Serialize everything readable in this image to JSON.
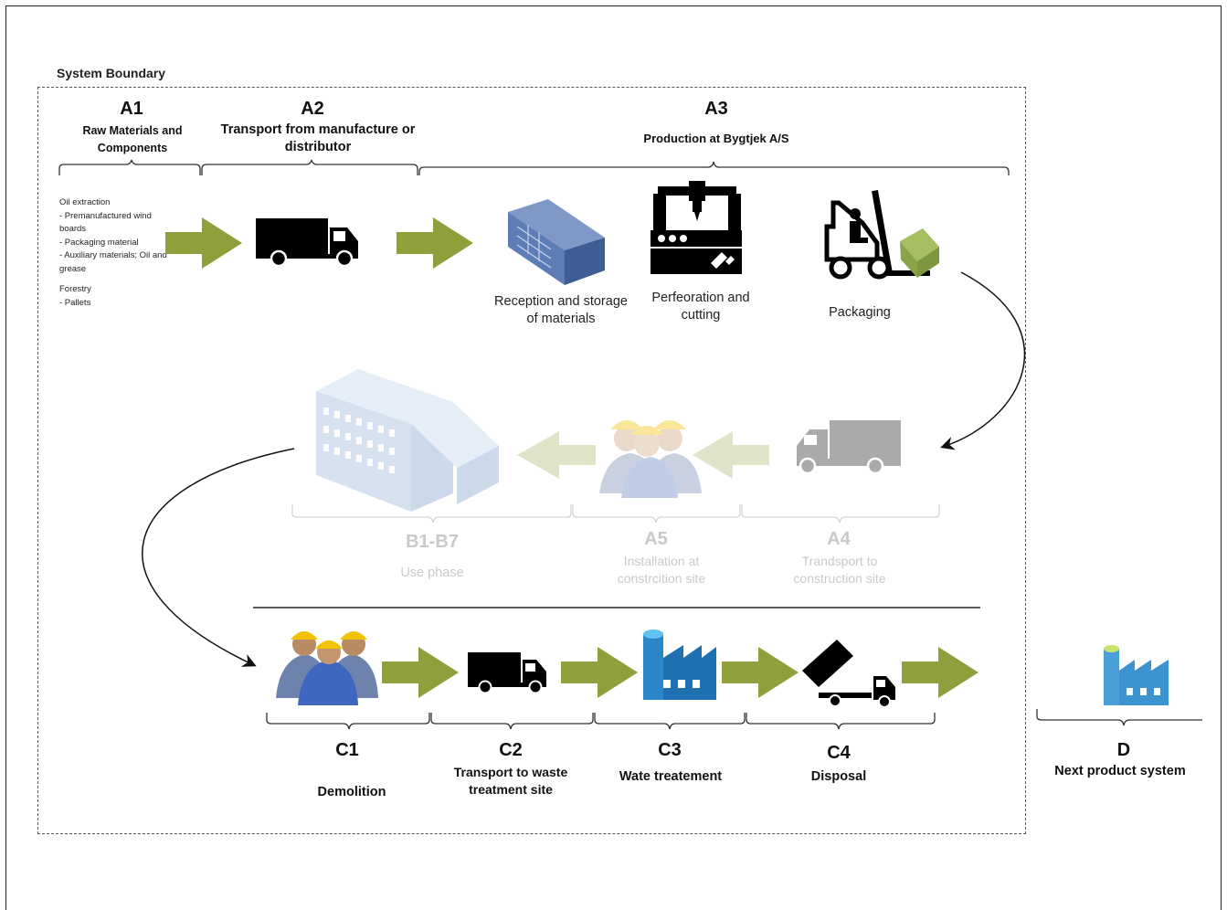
{
  "boundary_label": "System Boundary",
  "stages": {
    "a1": {
      "code": "A1",
      "name": "Raw Materials and Components"
    },
    "a2": {
      "code": "A2",
      "name": "Transport from manufacture or distributor"
    },
    "a3": {
      "code": "A3",
      "name": "Production at Bygtjek A/S"
    },
    "b": {
      "code": "B1-B7",
      "name": "Use phase"
    },
    "a5": {
      "code": "A5",
      "name": "Installation at constrcition site"
    },
    "a4": {
      "code": "A4",
      "name": "Trandsport to construction site"
    },
    "c1": {
      "code": "C1",
      "name": "Demolition"
    },
    "c2": {
      "code": "C2",
      "name": "Transport to waste treatment site"
    },
    "c3": {
      "code": "C3",
      "name": "Wate treatement"
    },
    "c4": {
      "code": "C4",
      "name": "Disposal"
    },
    "d": {
      "code": "D",
      "name": "Next product system"
    }
  },
  "raw_materials": {
    "oil_header": "Oil extraction",
    "oil_items": [
      "- Premanufactured wind boards",
      "- Packaging material",
      "- Auxiliary materials; Oil and grease"
    ],
    "forestry_header": "Forestry",
    "forestry_items": [
      "- Pallets"
    ]
  },
  "a3_steps": {
    "reception": "Reception and storage of materials",
    "perforation": "Perfeoration and cutting",
    "packaging": "Packaging"
  },
  "colors": {
    "arrow_green": "#8f9f3b",
    "arrow_faded": "#dfe4c8",
    "faded_text": "#c9c9c9",
    "container_blue": "#5b7db5",
    "factory_blue": "#2a86c9"
  },
  "icons": [
    "truck-icon",
    "container-icon",
    "cnc-machine-icon",
    "forklift-icon",
    "building-icon",
    "workers-icon",
    "factory-icon",
    "dump-truck-icon"
  ]
}
